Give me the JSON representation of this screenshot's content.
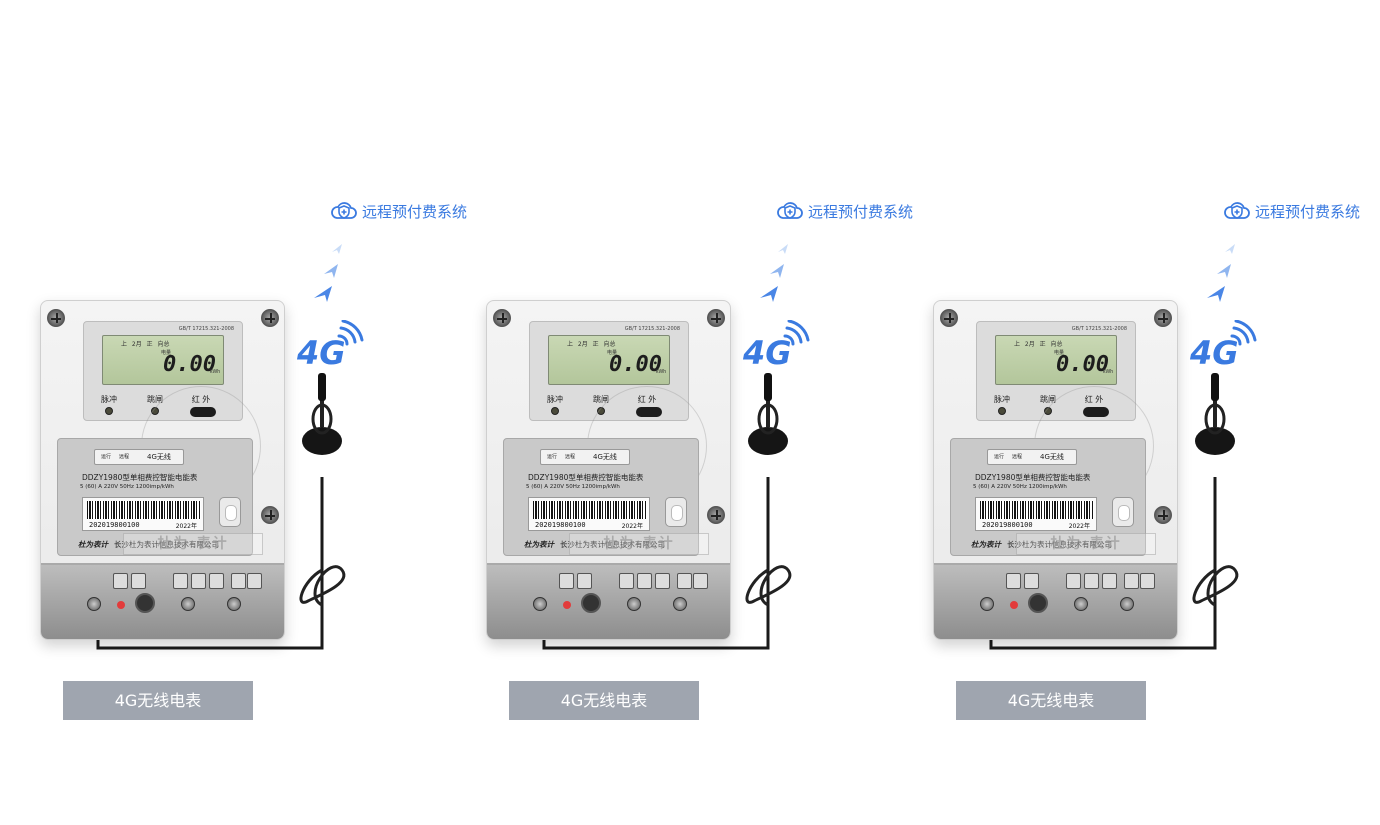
{
  "units": [
    {
      "system_label": "远程预付费系统",
      "network_badge": "4G",
      "meter": {
        "standard": "GB/T 17215.321-2008",
        "lcd_top": "上 2月 正 向总",
        "lcd_sub": "电量",
        "reading": "0.00",
        "reading_unit": "kWh",
        "indicators": [
          "脉冲",
          "跳闸",
          "红 外"
        ],
        "status_labels": [
          "运行",
          "远程"
        ],
        "wireless_label": "4G无线",
        "model": "DDZY1980型单相费控智能电能表",
        "spec": "5 (60) A 220V 50Hz 1200imp/kWh",
        "serial": "202019800100",
        "year": "2022年",
        "brand_logo": "杜为表计",
        "company": "长沙杜为表计信息技术有限公司",
        "watermark": "杜为·表计"
      },
      "caption": "4G无线电表"
    },
    {
      "system_label": "远程预付费系统",
      "network_badge": "4G",
      "meter": {
        "standard": "GB/T 17215.321-2008",
        "lcd_top": "上 2月 正 向总",
        "lcd_sub": "电量",
        "reading": "0.00",
        "reading_unit": "kWh",
        "indicators": [
          "脉冲",
          "跳闸",
          "红 外"
        ],
        "status_labels": [
          "运行",
          "远程"
        ],
        "wireless_label": "4G无线",
        "model": "DDZY1980型单相费控智能电能表",
        "spec": "5 (60) A 220V 50Hz 1200imp/kWh",
        "serial": "202019800100",
        "year": "2022年",
        "brand_logo": "杜为表计",
        "company": "长沙杜为表计信息技术有限公司",
        "watermark": "杜为·表计"
      },
      "caption": "4G无线电表"
    },
    {
      "system_label": "远程预付费系统",
      "network_badge": "4G",
      "meter": {
        "standard": "GB/T 17215.321-2008",
        "lcd_top": "上 2月 正 向总",
        "lcd_sub": "电量",
        "reading": "0.00",
        "reading_unit": "kWh",
        "indicators": [
          "脉冲",
          "跳闸",
          "红 外"
        ],
        "status_labels": [
          "运行",
          "远程"
        ],
        "wireless_label": "4G无线",
        "model": "DDZY1980型单相费控智能电能表",
        "spec": "5 (60) A 220V 50Hz 1200imp/kWh",
        "serial": "202019800100",
        "year": "2022年",
        "brand_logo": "杜为表计",
        "company": "长沙杜为表计信息技术有限公司",
        "watermark": "杜为·表计"
      },
      "caption": "4G无线电表"
    }
  ],
  "colors": {
    "accent_blue": "#3a7ae0",
    "caption_bg": "#9fa5af",
    "lcd_green": "#c3d3ad"
  },
  "icons": {
    "system": "cloud-shield-icon",
    "signal": "signal-arrows-icon",
    "network": "4g-wifi-icon"
  }
}
